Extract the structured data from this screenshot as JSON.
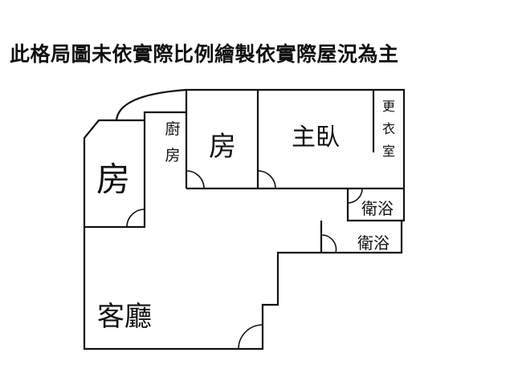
{
  "disclaimer": "此格局圖未依實際比例繪製依實際屋況為主",
  "rooms": {
    "bedroom_left": "房",
    "kitchen_line1": "廚",
    "kitchen_line2": "房",
    "bedroom_middle": "房",
    "master_bedroom": "主臥",
    "closet_line1": "更",
    "closet_line2": "衣",
    "closet_line3": "室",
    "bathroom_1": "衛浴",
    "bathroom_2": "衛浴",
    "living_room": "客廳"
  }
}
